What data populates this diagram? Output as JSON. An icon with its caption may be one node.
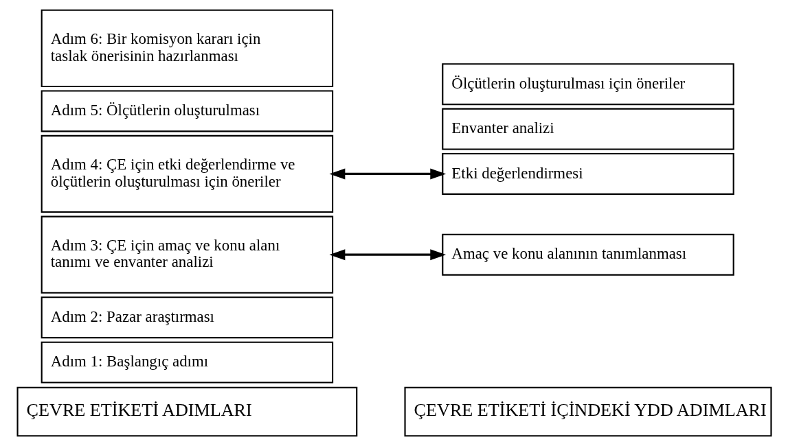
{
  "diagram": {
    "nodes": [
      {
        "text": [
          "ÇEVRE ETİKETİ ADIMLARI"
        ]
      },
      {
        "text": [
          "ÇEVRE ETİKETİ İÇİNDEKİ YDD ADIMLARI"
        ]
      },
      {
        "text": [
          "Adım 1: Başlangıç adımı"
        ]
      },
      {
        "text": [
          "Adım 2: Pazar araştırması"
        ]
      },
      {
        "text": [
          "Adım 3: ÇE için amaç ve konu alanı tanımı ve envanter analizi"
        ]
      },
      {
        "text": [
          "Adım 4: ÇE için etki değerlendirme ve ölçütlerin oluşturulması için öneriler"
        ]
      },
      {
        "text": [
          "Adım 5: Ölçütlerin oluşturulması"
        ]
      },
      {
        "text": [
          "Adım 6: Bir komisyon kararı için taslak önerisinin hazırlanması"
        ]
      },
      {
        "text": [
          "Amaç ve konu alanının tanımlanması"
        ]
      },
      {
        "text": [
          "Envanter analizi"
        ]
      },
      {
        "text": [
          "Etki değerlendirmesi"
        ]
      },
      {
        "text": [
          "Ölçütlerin oluşturulması için öneriler"
        ]
      }
    ],
    "edges": [
      {
        "from": 4,
        "to": 8,
        "arrow": "both"
      },
      {
        "from": 5,
        "to": 10,
        "arrow": "both"
      }
    ]
  }
}
